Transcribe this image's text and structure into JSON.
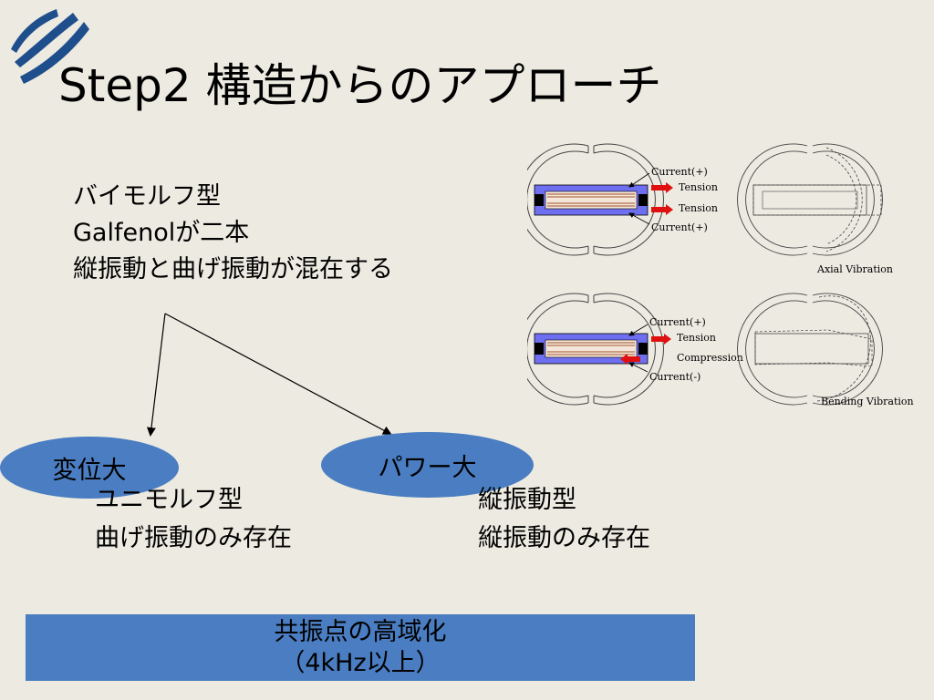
{
  "title": "Step2 構造からのアプローチ",
  "bullets": [
    "バイモルフ型",
    "Galfenolが二本",
    "縦振動と曲げ振動が混在する"
  ],
  "left_option": {
    "label": "変位大",
    "lines": [
      "ユニモルフ型",
      "曲げ振動のみ存在"
    ]
  },
  "right_option": {
    "label": "パワー大",
    "lines": [
      "縦振動型",
      "縦振動のみ存在"
    ]
  },
  "bottom_box": {
    "line1": "共振点の高域化",
    "line2": "（4kHz以上）"
  },
  "diagram": {
    "top": {
      "current_top": "Current(+)",
      "tension1": "Tension",
      "tension2": "Tension",
      "current_bottom": "Current(+)",
      "caption": "Axial Vibration"
    },
    "bottom": {
      "current_top": "Current(+)",
      "tension": "Tension",
      "compression": "Compression",
      "current_bottom": "Current(-)",
      "caption": "Bending Vibration"
    }
  },
  "colors": {
    "background": "#ECEAE1",
    "shape_fill": "#4A7DC1",
    "beam_blue": "#6E6EF0",
    "arrow_red": "#E01010"
  }
}
